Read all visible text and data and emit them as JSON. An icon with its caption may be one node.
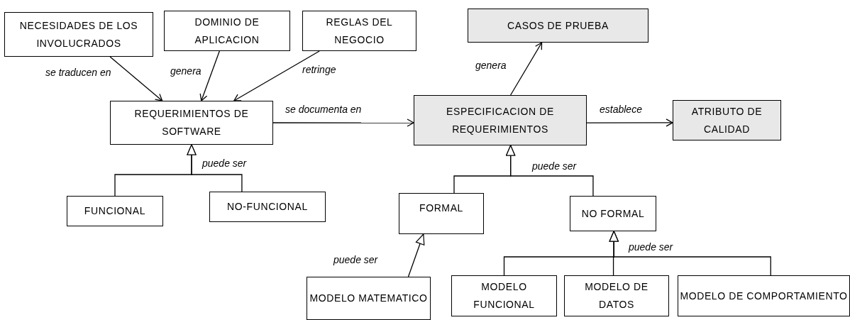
{
  "diagram": {
    "nodes": [
      {
        "text": [
          "NECESIDADES DE LOS INVOLUCRADOS"
        ]
      },
      {
        "text": [
          "DOMINIO DE APLICACION"
        ]
      },
      {
        "text": [
          "REGLAS DEL NEGOCIO"
        ]
      },
      {
        "text": [
          "CASOS DE PRUEBA"
        ]
      },
      {
        "text": [
          "REQUERIMIENTOS DE SOFTWARE"
        ]
      },
      {
        "text": [
          "ESPECIFICACION DE REQUERIMIENTOS"
        ]
      },
      {
        "text": [
          "ATRIBUTO DE CALIDAD"
        ]
      },
      {
        "text": [
          "FUNCIONAL"
        ]
      },
      {
        "text": [
          "NO-FUNCIONAL"
        ]
      },
      {
        "text": [
          "FORMAL"
        ]
      },
      {
        "text": [
          "NO FORMAL"
        ]
      },
      {
        "text": [
          "MODELO MATEMATICO"
        ]
      },
      {
        "text": [
          "MODELO FUNCIONAL"
        ]
      },
      {
        "text": [
          "MODELO DE DATOS"
        ]
      },
      {
        "text": [
          "MODELO DE COMPORTAMIENTO"
        ]
      }
    ],
    "edges": [
      {
        "from": 0,
        "to": 4,
        "arrow": "to",
        "label": "se traducen en"
      },
      {
        "from": 1,
        "to": 4,
        "arrow": "to",
        "label": "genera"
      },
      {
        "from": 2,
        "to": 4,
        "arrow": "to",
        "label": "retringe"
      },
      {
        "from": 4,
        "to": 5,
        "arrow": "to",
        "label": "se documenta en"
      },
      {
        "from": 5,
        "to": 3,
        "arrow": "to",
        "label": "genera"
      },
      {
        "from": 5,
        "to": 6,
        "arrow": "to",
        "label": "establece"
      },
      {
        "from": 7,
        "to": 4,
        "arrow": "to"
      },
      {
        "from": 8,
        "to": 4,
        "arrow": "to",
        "label": "puede ser"
      },
      {
        "from": 9,
        "to": 5,
        "arrow": "to"
      },
      {
        "from": 10,
        "to": 5,
        "arrow": "to",
        "label": "puede ser"
      },
      {
        "from": 11,
        "to": 9,
        "arrow": "to",
        "label": "puede ser"
      },
      {
        "from": 12,
        "to": 10,
        "arrow": "to"
      },
      {
        "from": 13,
        "to": 10,
        "arrow": "to"
      },
      {
        "from": 14,
        "to": 10,
        "arrow": "to",
        "label": "puede ser"
      }
    ]
  }
}
